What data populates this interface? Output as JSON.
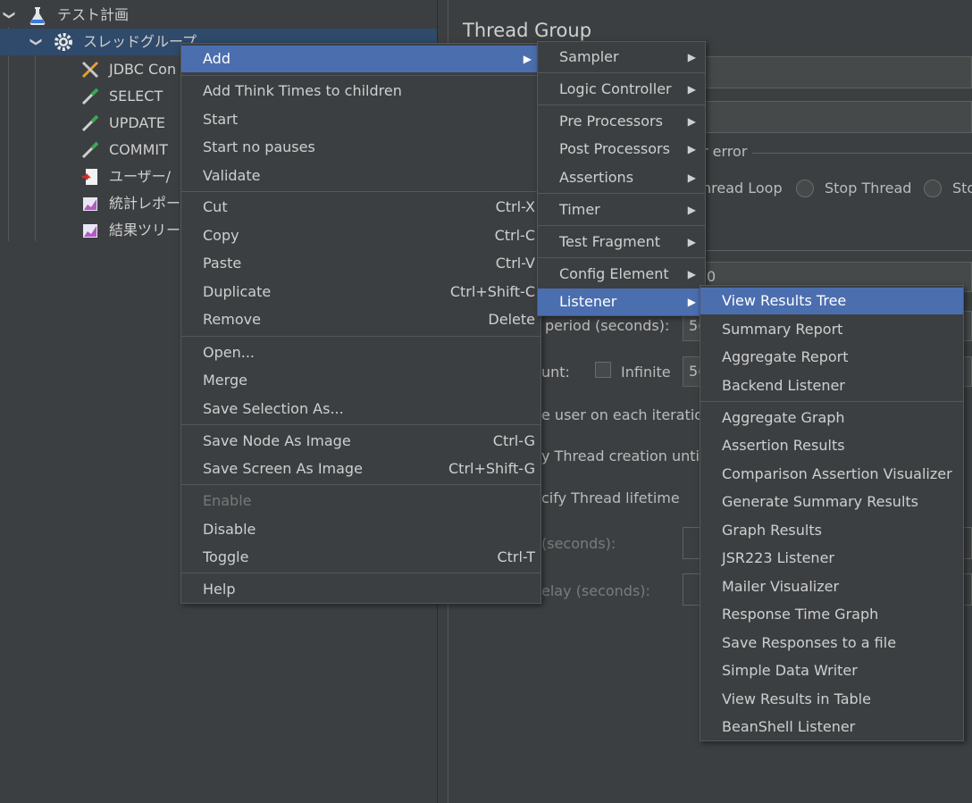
{
  "tree": {
    "root": "テスト計画",
    "thread_group": "スレッドグループ",
    "children": [
      "JDBC Con",
      "SELECT",
      "UPDATE",
      "COMMIT",
      "ユーザー/",
      "統計レポー",
      "結果ツリー"
    ]
  },
  "panel": {
    "title": "Thread Group",
    "error_label": "r error",
    "radio_thread_loop": "hread Loop",
    "radio_stop_thread": "Stop Thread",
    "radio_stop_partial": "Sto",
    "num_threads_partial": "0",
    "ramp_up_label": "period (seconds):",
    "ramp_up_value": "5(",
    "loop_label": "unt:",
    "infinite_label": "Infinite",
    "loop_value": "5(",
    "same_user_label": "e user on each iteratio",
    "delay_label": "y Thread creation until",
    "lifetime_label": "cify Thread lifetime",
    "duration_label": "(seconds):",
    "startup_delay_label": "elay (seconds):"
  },
  "context_menu": {
    "items": [
      {
        "label": "Add",
        "submenu": true
      },
      {
        "label": "Add Think Times to children"
      },
      {
        "label": "Start"
      },
      {
        "label": "Start no pauses"
      },
      {
        "label": "Validate"
      },
      {
        "label": "Cut",
        "shortcut": "Ctrl-X"
      },
      {
        "label": "Copy",
        "shortcut": "Ctrl-C"
      },
      {
        "label": "Paste",
        "shortcut": "Ctrl-V"
      },
      {
        "label": "Duplicate",
        "shortcut": "Ctrl+Shift-C"
      },
      {
        "label": "Remove",
        "shortcut": "Delete"
      },
      {
        "label": "Open..."
      },
      {
        "label": "Merge"
      },
      {
        "label": "Save Selection As..."
      },
      {
        "label": "Save Node As Image",
        "shortcut": "Ctrl-G"
      },
      {
        "label": "Save Screen As Image",
        "shortcut": "Ctrl+Shift-G"
      },
      {
        "label": "Enable",
        "disabled": true
      },
      {
        "label": "Disable"
      },
      {
        "label": "Toggle",
        "shortcut": "Ctrl-T"
      },
      {
        "label": "Help"
      }
    ]
  },
  "add_submenu": {
    "items": [
      "Sampler",
      "Logic Controller",
      "Pre Processors",
      "Post Processors",
      "Assertions",
      "Timer",
      "Test Fragment",
      "Config Element",
      "Listener"
    ]
  },
  "listener_submenu": {
    "items": [
      "View Results Tree",
      "Summary Report",
      "Aggregate Report",
      "Backend Listener",
      "Aggregate Graph",
      "Assertion Results",
      "Comparison Assertion Visualizer",
      "Generate Summary Results",
      "Graph Results",
      "JSR223 Listener",
      "Mailer Visualizer",
      "Response Time Graph",
      "Save Responses to a file",
      "Simple Data Writer",
      "View Results in Table",
      "BeanShell Listener"
    ]
  },
  "colors": {
    "background": "#3c3f41",
    "highlight": "#4b6eaf",
    "selected_row": "#2f4a6a",
    "text": "#bbbbbb"
  }
}
